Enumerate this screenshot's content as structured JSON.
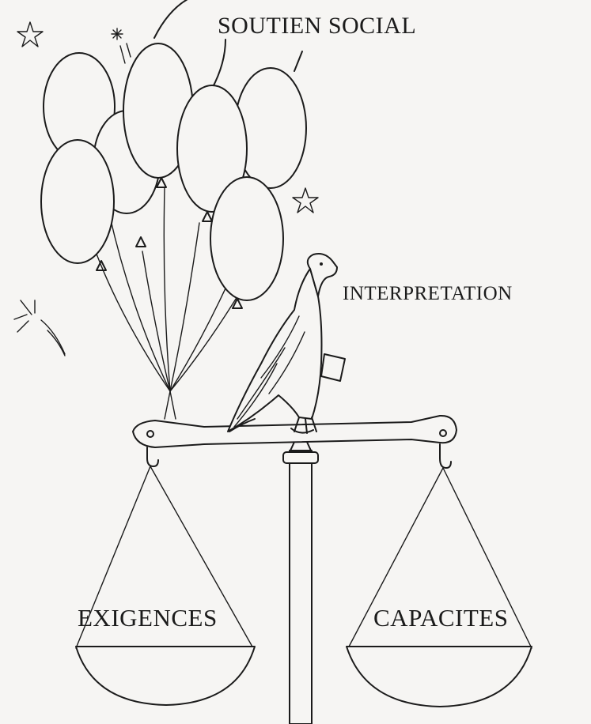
{
  "labels": {
    "social_support": "SOUTIEN SOCIAL",
    "interpretation": "INTERPRETATION",
    "demands": "EXIGENCES",
    "capacities": "CAPACITES"
  },
  "icons": {
    "balloons": "balloon-bunch-icon",
    "eagle": "eagle-icon",
    "scale": "balance-scale-icon",
    "stars": "star-icon",
    "sparkles": "sparkle-icon"
  },
  "colors": {
    "ink": "#1b1b1b",
    "paper": "#f6f5f3"
  }
}
